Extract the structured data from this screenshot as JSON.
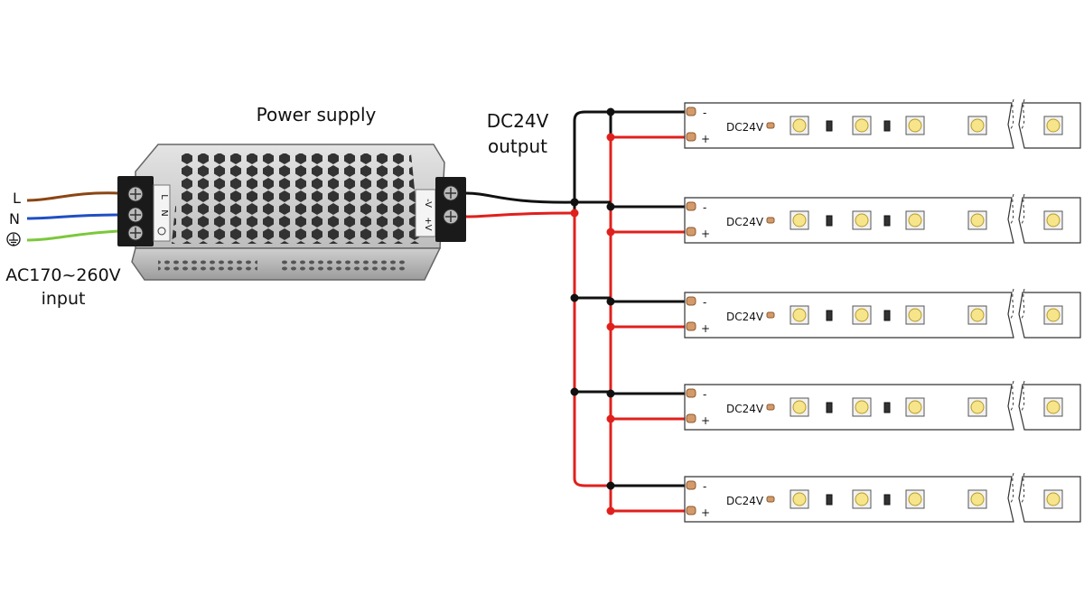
{
  "labels": {
    "power_supply": "Power supply",
    "dc_output_line1": "DC24V",
    "dc_output_line2": "output",
    "ac_input_line1": "AC170~260V",
    "ac_input_line2": "input",
    "line_L": "L",
    "line_N": "N"
  },
  "terminal": {
    "input_L": "L",
    "input_N": "N",
    "output_minus": "-V",
    "output_plus": "+V"
  },
  "strips": [
    {
      "voltage": "DC24V",
      "minus": "-",
      "plus": "+"
    },
    {
      "voltage": "DC24V",
      "minus": "-",
      "plus": "+"
    },
    {
      "voltage": "DC24V",
      "minus": "-",
      "plus": "+"
    },
    {
      "voltage": "DC24V",
      "minus": "-",
      "plus": "+"
    },
    {
      "voltage": "DC24V",
      "minus": "-",
      "plus": "+"
    }
  ],
  "colors": {
    "negative_wire": "#111111",
    "positive_wire": "#e0201c",
    "live_wire": "#8b4513",
    "neutral_wire": "#1f4fc4",
    "earth_wire": "#7cc83b",
    "led": "#f6e58a",
    "copper_pad": "#d49a6a"
  }
}
